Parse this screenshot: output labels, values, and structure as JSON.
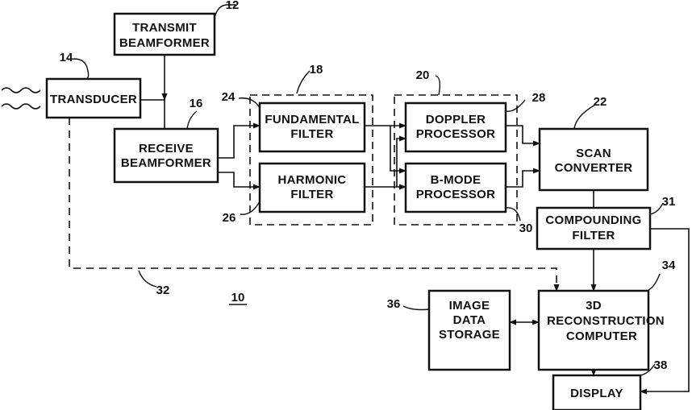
{
  "blocks": {
    "transmit_beamformer": {
      "line1": "TRANSMIT",
      "line2": "BEAMFORMER",
      "ref": "12"
    },
    "transducer": {
      "line1": "TRANSDUCER",
      "ref": "14"
    },
    "receive_beamformer": {
      "line1": "RECEIVE",
      "line2": "BEAMFORMER",
      "ref": "16"
    },
    "fundamental_filter": {
      "line1": "FUNDAMENTAL",
      "line2": "FILTER",
      "ref": "24"
    },
    "harmonic_filter": {
      "line1": "HARMONIC",
      "line2": "FILTER",
      "ref": "26"
    },
    "doppler_processor": {
      "line1": "DOPPLER",
      "line2": "PROCESSOR",
      "ref": "28"
    },
    "bmode_processor": {
      "line1": "B-MODE",
      "line2": "PROCESSOR",
      "ref": "30"
    },
    "scan_converter": {
      "line1": "SCAN",
      "line2": "CONVERTER",
      "ref": "22"
    },
    "compounding_filter": {
      "line1": "COMPOUNDING",
      "line2": "FILTER",
      "ref": "31"
    },
    "reconstruction_computer": {
      "line1": "3D",
      "line2": "RECONSTRUCTION",
      "line3": "COMPUTER",
      "ref": "34"
    },
    "image_data_storage": {
      "line1": "IMAGE",
      "line2": "DATA",
      "line3": "STORAGE",
      "ref": "36"
    },
    "display": {
      "line1": "DISPLAY",
      "ref": "38"
    }
  },
  "groups": {
    "filter_group": {
      "ref": "18"
    },
    "processor_group": {
      "ref": "20"
    }
  },
  "dashed_path": {
    "ref": "32"
  },
  "system": {
    "ref": "10"
  }
}
